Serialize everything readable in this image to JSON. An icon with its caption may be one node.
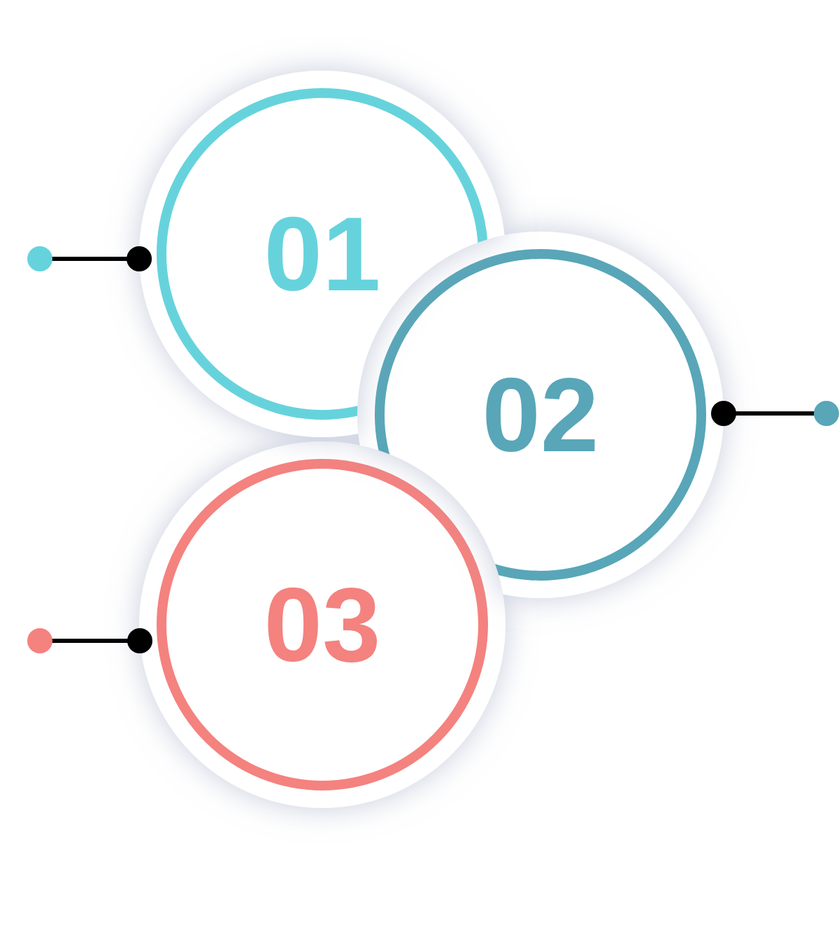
{
  "diagram": {
    "nodes": [
      {
        "text": [
          "01"
        ]
      },
      {
        "text": [
          "02"
        ]
      },
      {
        "text": [
          "03"
        ]
      }
    ],
    "edges": [
      {
        "from": 0,
        "to": null,
        "arrow": "other"
      },
      {
        "from": 1,
        "to": null,
        "arrow": "other"
      },
      {
        "from": 2,
        "to": null,
        "arrow": "other"
      }
    ]
  }
}
